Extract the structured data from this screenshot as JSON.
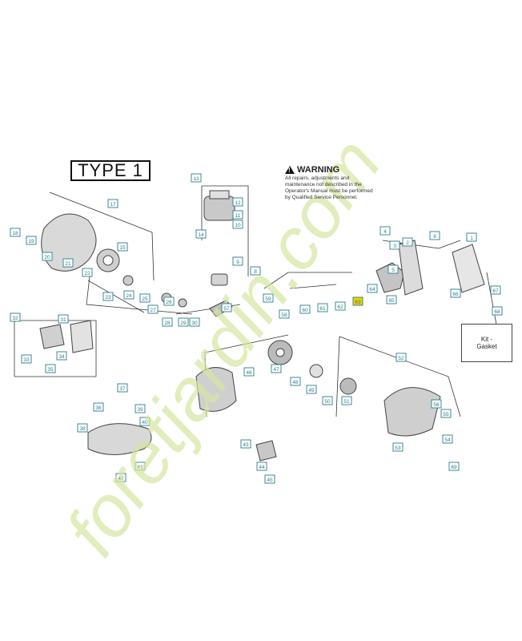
{
  "type_label": "TYPE 1",
  "warning": {
    "title": "WARNING",
    "body": "All repairs, adjustments and maintenance not described in the Operator's Manual must be performed by Qualified Service Personnel."
  },
  "kit_box": {
    "line1": "Kit -",
    "line2": "Gasket"
  },
  "watermark": "foretjardin.com",
  "colors": {
    "callout": "#2a7d8c",
    "highlight": "#f0d000",
    "watermark": "#d4e6a0",
    "line": "#333333"
  },
  "callouts": [
    {
      "id": "c1",
      "label": "18"
    },
    {
      "id": "c2",
      "label": "19"
    },
    {
      "id": "c3",
      "label": "20"
    },
    {
      "id": "c4",
      "label": "17"
    },
    {
      "id": "c5",
      "label": "15"
    },
    {
      "id": "c6",
      "label": "21"
    },
    {
      "id": "c7",
      "label": "22"
    },
    {
      "id": "c8",
      "label": "23"
    },
    {
      "id": "c9",
      "label": "24"
    },
    {
      "id": "c10",
      "label": "25"
    },
    {
      "id": "c11",
      "label": "26"
    },
    {
      "id": "c12",
      "label": "27"
    },
    {
      "id": "c13",
      "label": "28"
    },
    {
      "id": "c14",
      "label": "29"
    },
    {
      "id": "c15",
      "label": "30"
    },
    {
      "id": "c16",
      "label": "13"
    },
    {
      "id": "c17",
      "label": "12"
    },
    {
      "id": "c18",
      "label": "11"
    },
    {
      "id": "c19",
      "label": "10"
    },
    {
      "id": "c20",
      "label": "14"
    },
    {
      "id": "c21",
      "label": "9"
    },
    {
      "id": "c22",
      "label": "8"
    },
    {
      "id": "c23",
      "label": "57"
    },
    {
      "id": "c24",
      "label": "59"
    },
    {
      "id": "c25",
      "label": "58"
    },
    {
      "id": "c26",
      "label": "60"
    },
    {
      "id": "c27",
      "label": "61"
    },
    {
      "id": "c28",
      "label": "62"
    },
    {
      "id": "c29",
      "label": "63"
    },
    {
      "id": "c30",
      "label": "64"
    },
    {
      "id": "c31",
      "label": "65"
    },
    {
      "id": "c32",
      "label": "4"
    },
    {
      "id": "c33",
      "label": "3"
    },
    {
      "id": "c34",
      "label": "2"
    },
    {
      "id": "c35",
      "label": "5"
    },
    {
      "id": "c36",
      "label": "6"
    },
    {
      "id": "c37",
      "label": "1"
    },
    {
      "id": "c38",
      "label": "66"
    },
    {
      "id": "c39",
      "label": "67"
    },
    {
      "id": "c40",
      "label": "68"
    },
    {
      "id": "c41",
      "label": "32"
    },
    {
      "id": "c42",
      "label": "31"
    },
    {
      "id": "c43",
      "label": "33"
    },
    {
      "id": "c44",
      "label": "34"
    },
    {
      "id": "c45",
      "label": "35"
    },
    {
      "id": "c46",
      "label": "47"
    },
    {
      "id": "c47",
      "label": "48"
    },
    {
      "id": "c48",
      "label": "49"
    },
    {
      "id": "c49",
      "label": "50"
    },
    {
      "id": "c50",
      "label": "51"
    },
    {
      "id": "c51",
      "label": "52"
    },
    {
      "id": "c52",
      "label": "56"
    },
    {
      "id": "c53",
      "label": "55"
    },
    {
      "id": "c54",
      "label": "54"
    },
    {
      "id": "c55",
      "label": "53"
    },
    {
      "id": "c56",
      "label": "37"
    },
    {
      "id": "c57",
      "label": "36"
    },
    {
      "id": "c58",
      "label": "39"
    },
    {
      "id": "c59",
      "label": "40"
    },
    {
      "id": "c60",
      "label": "38"
    },
    {
      "id": "c61",
      "label": "41"
    },
    {
      "id": "c62",
      "label": "42"
    },
    {
      "id": "c63",
      "label": "43"
    },
    {
      "id": "c64",
      "label": "44"
    },
    {
      "id": "c65",
      "label": "45"
    },
    {
      "id": "c66",
      "label": "46"
    },
    {
      "id": "c67",
      "label": "69"
    }
  ]
}
